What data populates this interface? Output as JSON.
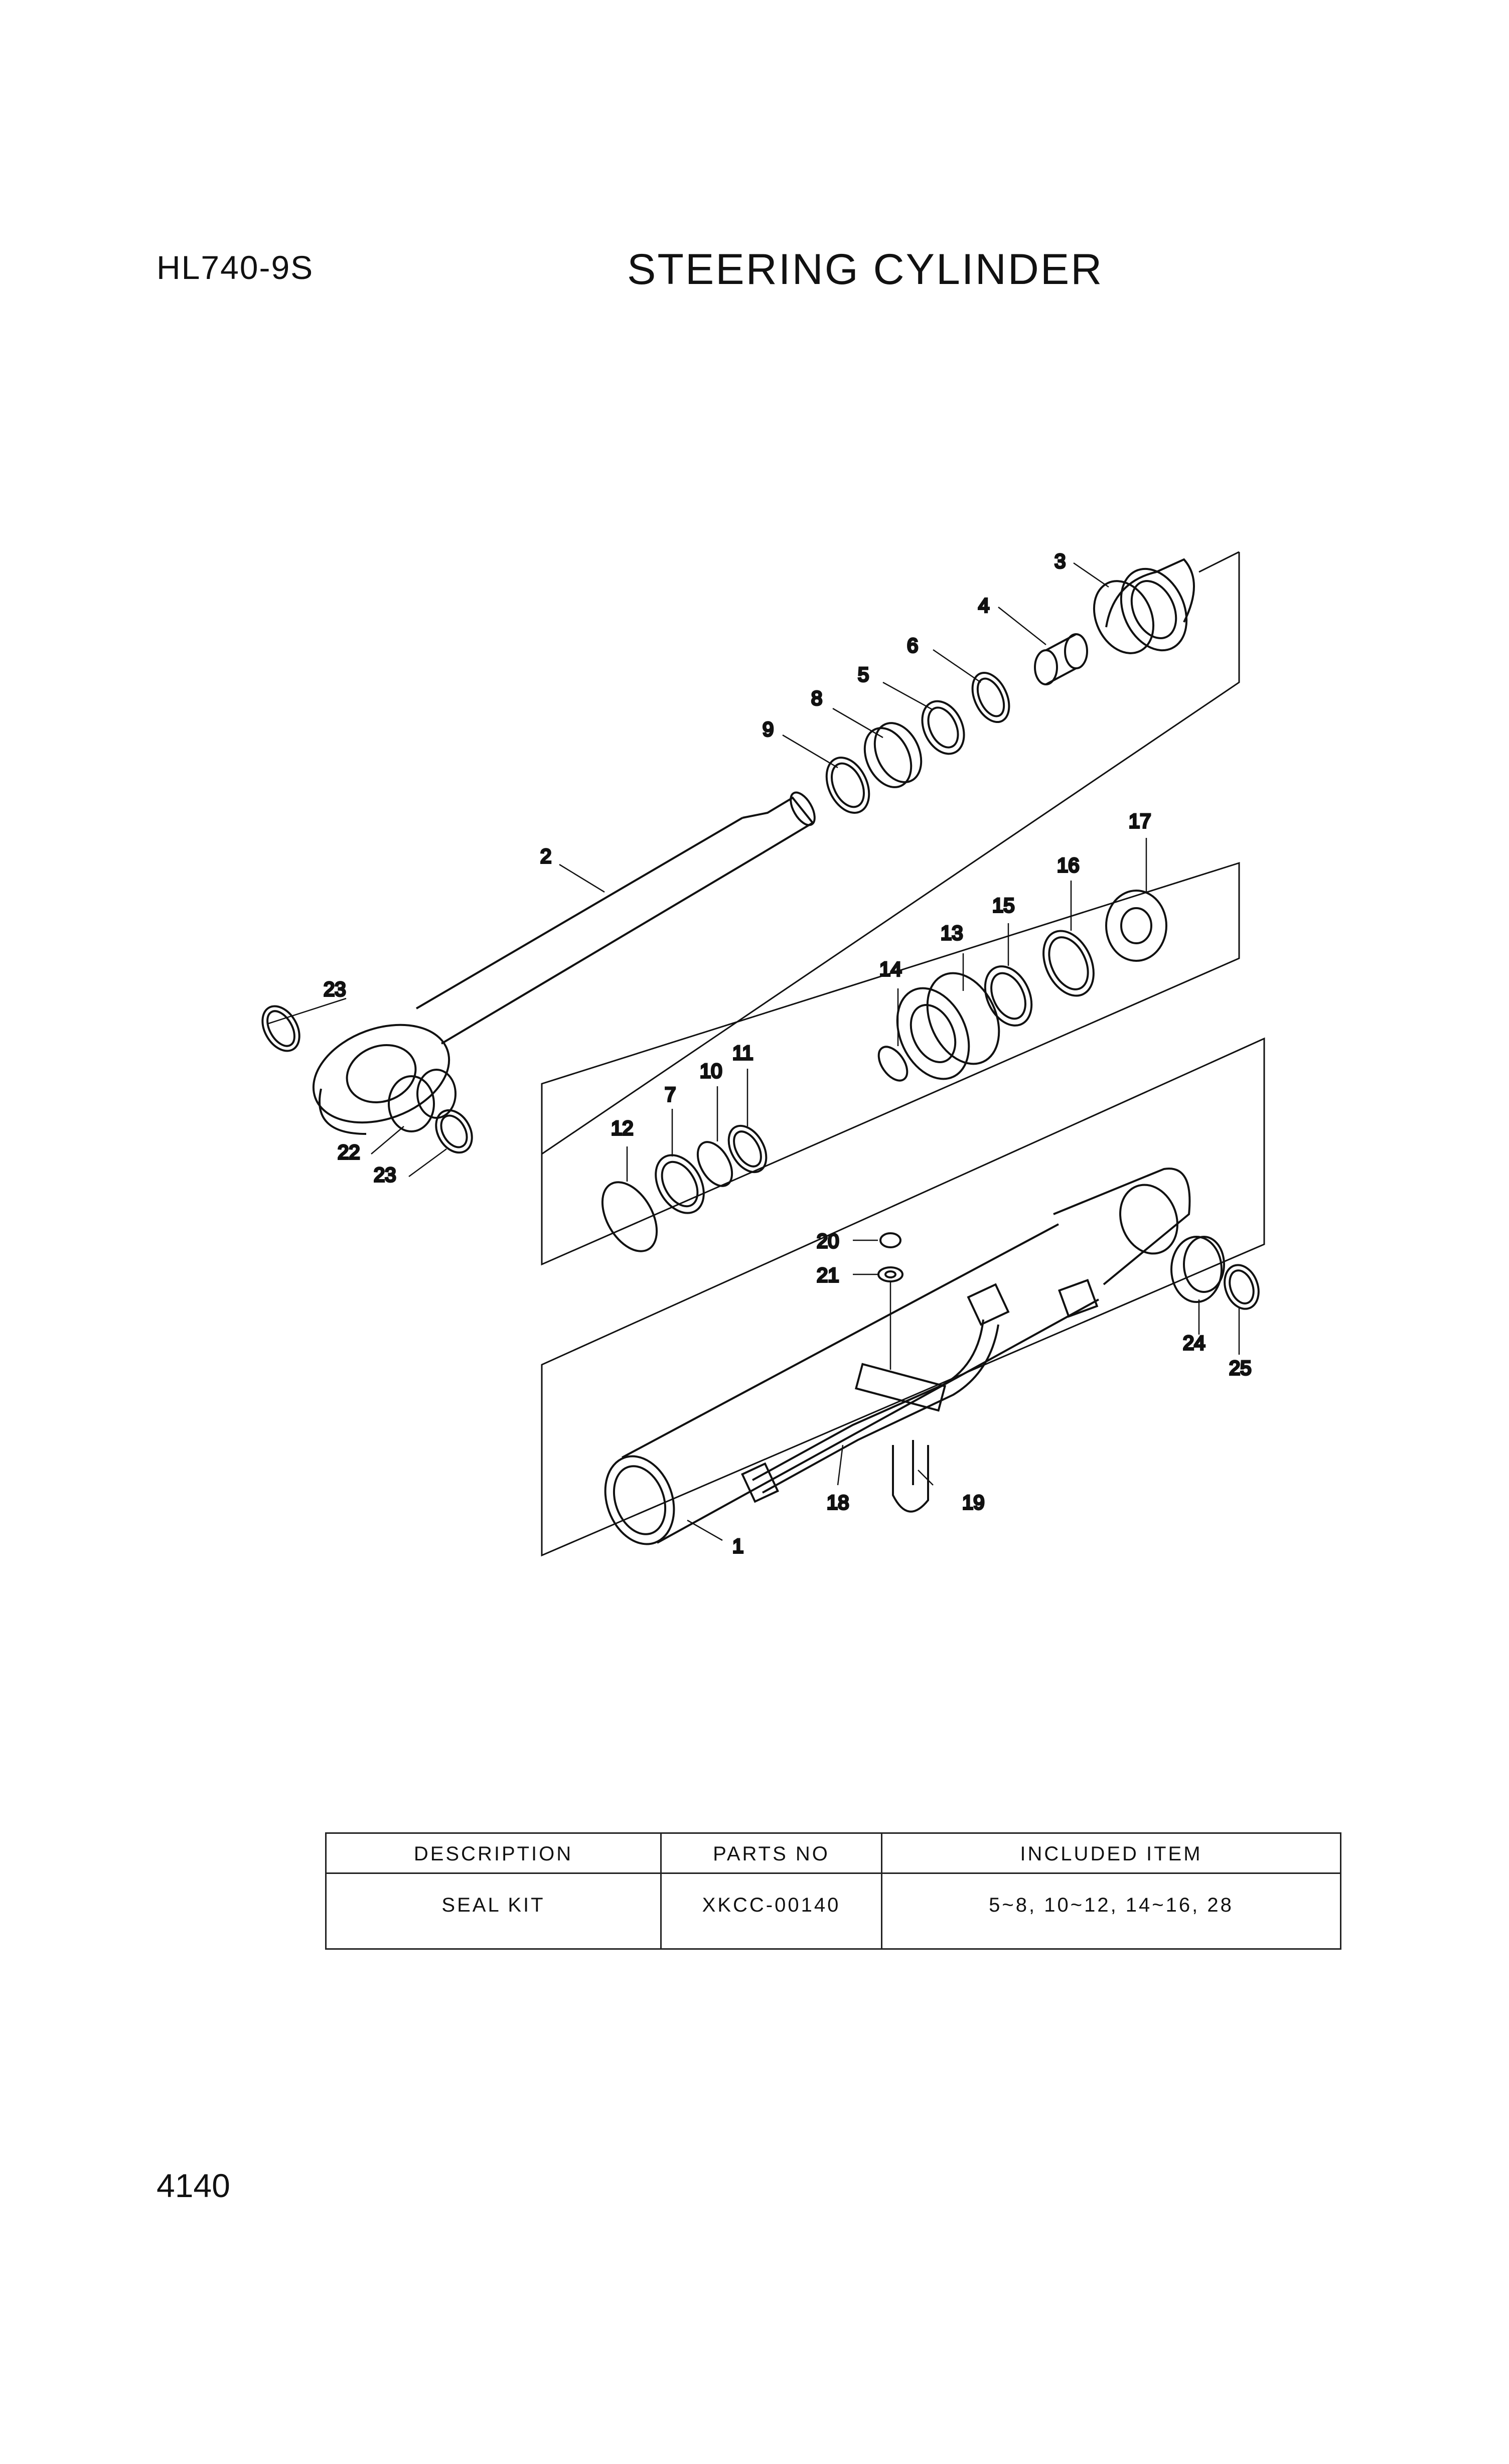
{
  "header": {
    "model": "HL740-9S",
    "title": "STEERING CYLINDER"
  },
  "footer": {
    "page_number": "4140"
  },
  "callouts": [
    "1",
    "2",
    "3",
    "4",
    "5",
    "6",
    "7",
    "8",
    "9",
    "10",
    "11",
    "12",
    "13",
    "14",
    "15",
    "16",
    "17",
    "18",
    "19",
    "20",
    "21",
    "22",
    "23",
    "23",
    "24",
    "25"
  ],
  "table": {
    "headers": [
      "DESCRIPTION",
      "PARTS NO",
      "INCLUDED ITEM"
    ],
    "rows": [
      {
        "description": "SEAL KIT",
        "parts_no": "XKCC-00140",
        "included_item": "5~8, 10~12, 14~16, 28"
      }
    ]
  }
}
